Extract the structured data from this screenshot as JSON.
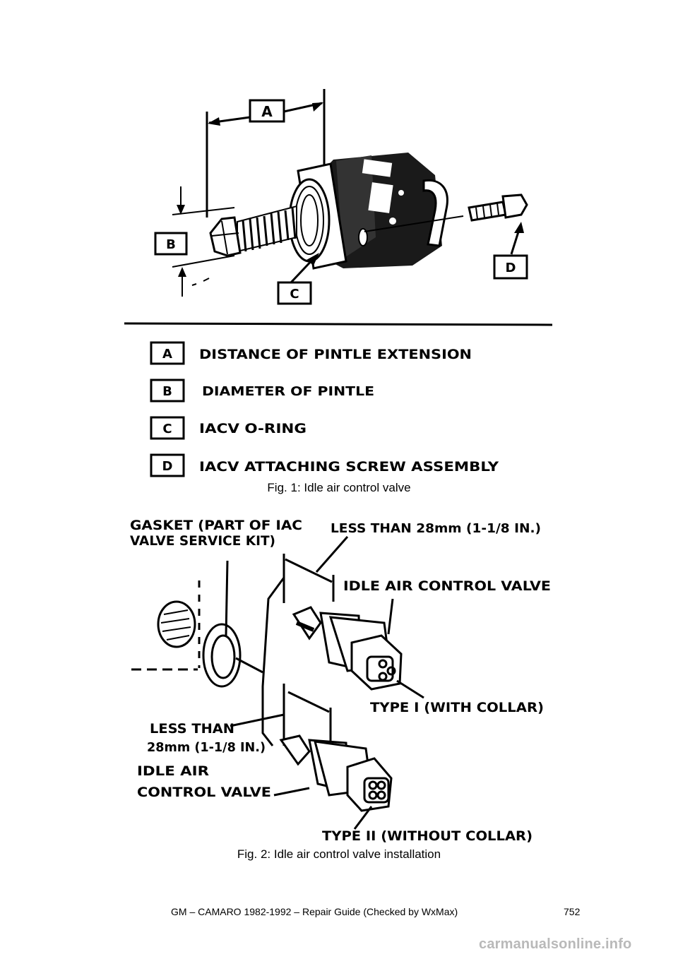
{
  "figure1": {
    "callouts": {
      "a": "A",
      "b": "B",
      "c": "C",
      "d": "D"
    },
    "legend": [
      {
        "key": "A",
        "text": "DISTANCE OF PINTLE EXTENSION"
      },
      {
        "key": "B",
        "text": "DIAMETER OF PINTLE"
      },
      {
        "key": "C",
        "text": "IACV O-RING"
      },
      {
        "key": "D",
        "text": "IACV ATTACHING SCREW ASSEMBLY"
      }
    ],
    "caption": "Fig. 1: Idle air control valve"
  },
  "figure2": {
    "labels": {
      "gasket_line1": "GASKET (PART OF IAC",
      "gasket_line2": "VALVE SERVICE KIT)",
      "less_than_top": "LESS THAN 28mm (1-1/8 IN.)",
      "iacv_top": "IDLE AIR CONTROL VALVE",
      "type1": "TYPE I (WITH COLLAR)",
      "less_than_bottom_line1": "LESS THAN",
      "less_than_bottom_line2": "28mm (1-1/8 IN.)",
      "iacv_bottom_line1": "IDLE AIR",
      "iacv_bottom_line2": "CONTROL VALVE",
      "type2": "TYPE II (WITHOUT COLLAR)"
    },
    "caption": "Fig. 2: Idle air control valve installation"
  },
  "footer": {
    "title": "GM – CAMARO 1982-1992 – Repair Guide (Checked by WxMax)",
    "page": "752"
  },
  "watermark": "carmanualsonline.info"
}
